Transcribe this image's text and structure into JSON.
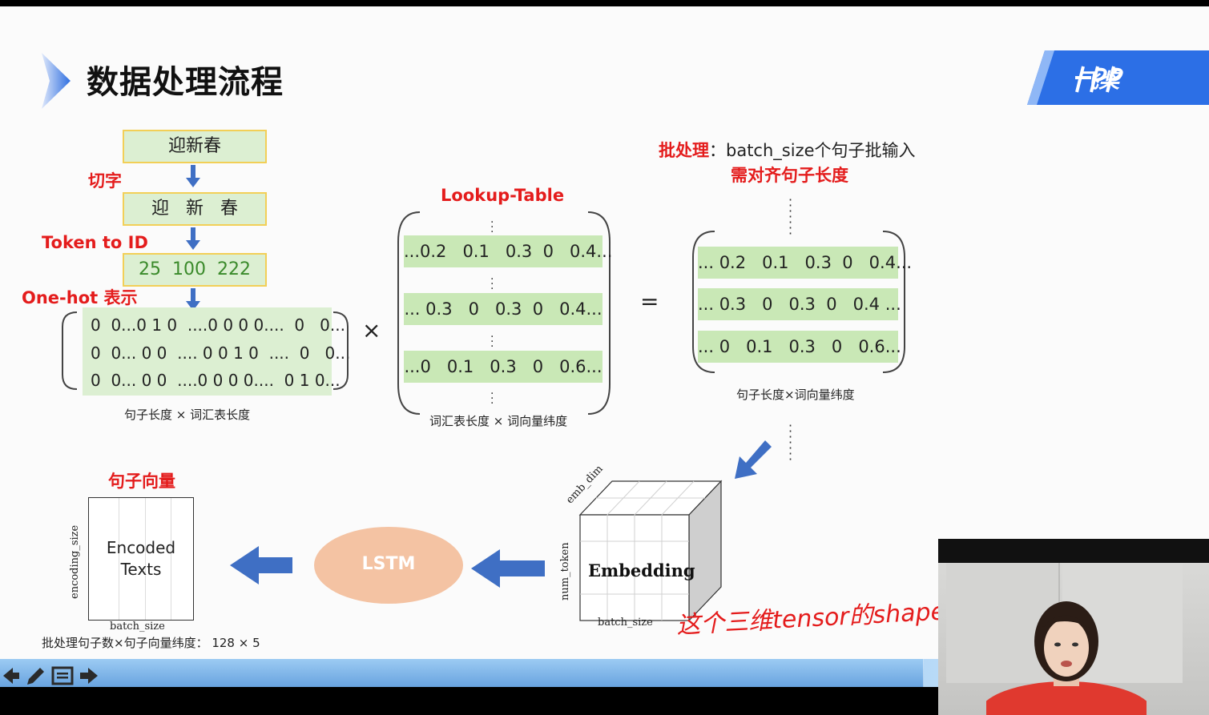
{
  "slide": {
    "title": "数据处理流程",
    "logo_text": "飞桨"
  },
  "pipeline": {
    "step_input": "迎新春",
    "label_cut": "切字",
    "step_chars": [
      "迎",
      "新",
      "春"
    ],
    "label_token_to_id": "Token to ID",
    "step_ids": "25  100  222",
    "label_one_hot": "One-hot 表示",
    "one_hot_rows": [
      "0  0...0 1 0  ....0 0 0 0....  0   0...",
      "0  0... 0 0  .... 0 0 1 0  ....  0   0...",
      "0  0... 0 0  ....0 0 0 0....  0 1 0..."
    ],
    "one_hot_caption": "句子长度 × 词汇表长度",
    "times_symbol": "×",
    "equals_symbol": "="
  },
  "lookup_table": {
    "title": "Lookup-Table",
    "rows": [
      "...0.2   0.1   0.3  0   0.4...",
      "... 0.3   0   0.3  0   0.4...",
      "...0   0.1   0.3   0   0.6..."
    ],
    "caption": "词汇表长度 × 词向量纬度"
  },
  "batch": {
    "label_red": "批处理",
    "label_colon": "：",
    "label_text": "batch_size个句子批输入",
    "label_align": "需对齐句子长度",
    "rows": [
      "... 0.2   0.1   0.3  0   0.4...",
      "... 0.3   0   0.3  0   0.4 ...",
      "... 0   0.1   0.3   0   0.6..."
    ],
    "caption": "句子长度×词向量纬度"
  },
  "embedding_cube": {
    "label": "Embedding",
    "axis_top": "emb_dim",
    "axis_left": "num_token",
    "axis_bottom": "batch_size"
  },
  "lstm": {
    "label": "LSTM"
  },
  "sentence_vector": {
    "title": "句子向量",
    "box_line1": "Encoded",
    "box_line2": "Texts",
    "axis_left": "encoding_size",
    "axis_bottom": "batch_size",
    "caption": "批处理句子数×句子向量纬度： 128 × 5"
  },
  "handwriting": "这个三维tensor的shape是",
  "colors": {
    "accent_red": "#e41c1c",
    "cell_green": "#c9e8b6",
    "box_border": "#f2cf57",
    "arrow_blue": "#3f6fc4",
    "lstm_fill": "#f4c3a3"
  }
}
